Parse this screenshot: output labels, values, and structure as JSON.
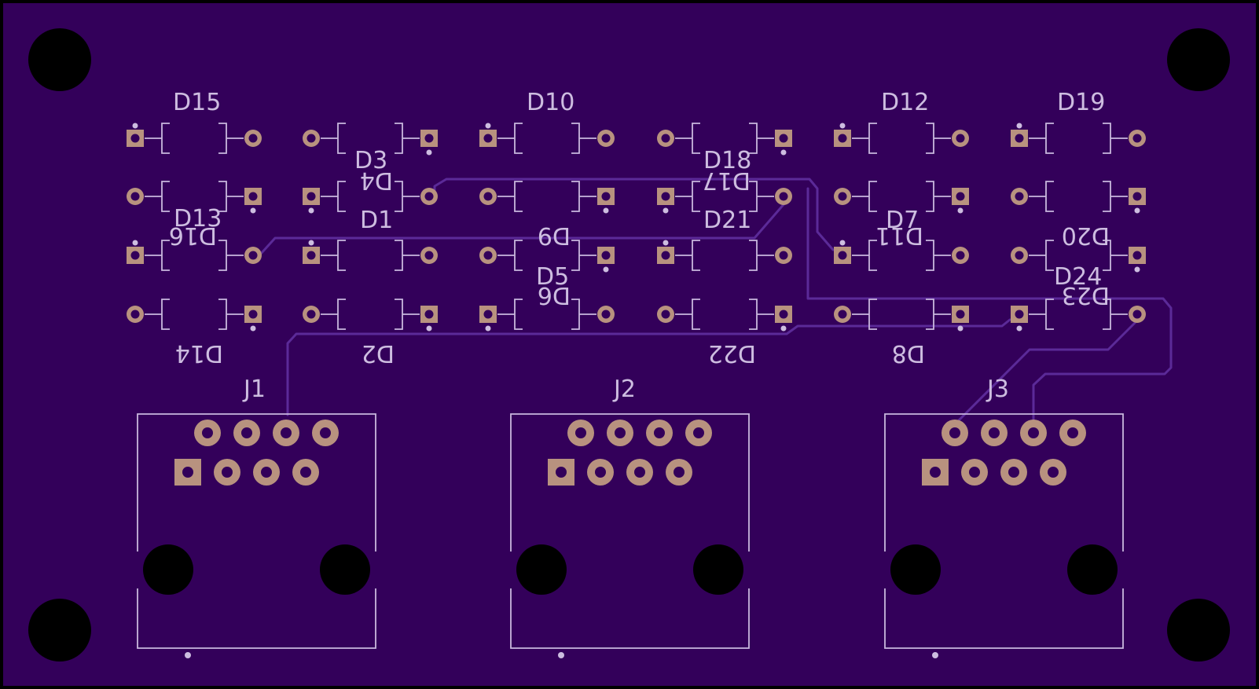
{
  "board": {
    "background": "#33005a",
    "outline": "#000000",
    "silkscreen_color": "#cdbde0",
    "copper_color": "#b8927f",
    "trace_color": "#5b2a98"
  },
  "labels": {
    "D15": "D15",
    "D10": "D10",
    "D12": "D12",
    "D19": "D19",
    "D3": "D3",
    "D4": "D4",
    "D18": "D18",
    "D17": "D17",
    "D13": "D13",
    "D16": "D16",
    "D1": "D1",
    "D9": "D9",
    "D21": "D21",
    "D7": "D7",
    "D11": "D11",
    "D20": "D20",
    "D5": "D5",
    "D6": "D6",
    "D24": "D24",
    "D23": "D23",
    "D14": "D14",
    "D2": "D2",
    "D22": "D22",
    "D8": "D8",
    "J1": "J1",
    "J2": "J2",
    "J3": "J3"
  }
}
